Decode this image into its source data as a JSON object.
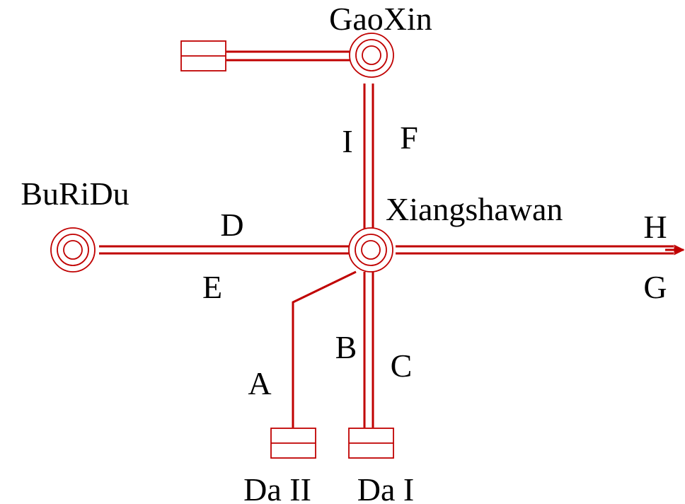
{
  "diagram": {
    "colors": {
      "line": "#c00000",
      "text": "#000000",
      "background": "#ffffff"
    },
    "substations": {
      "gaoxin": "GaoXin",
      "buridu": "BuRiDu",
      "xiangshawan": "Xiangshawan"
    },
    "plants": {
      "da2": "Da II",
      "da1": "Da I"
    },
    "lines": {
      "a": "A",
      "b": "B",
      "c": "C",
      "d": "D",
      "e": "E",
      "f": "F",
      "g": "G",
      "h": "H",
      "i": "I"
    }
  }
}
